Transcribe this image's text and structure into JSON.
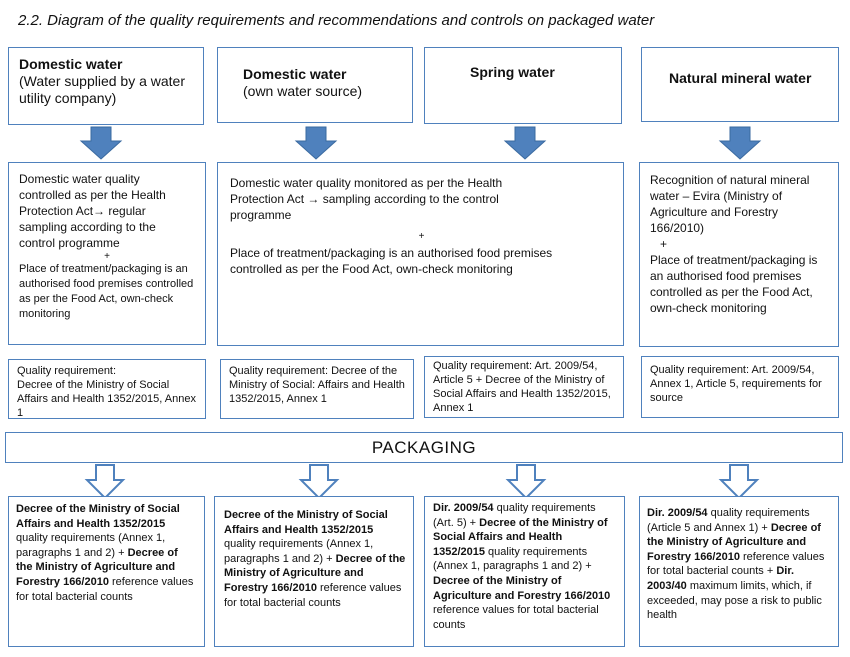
{
  "title": "2.2. Diagram of the quality requirements and recommendations and controls on packaged water",
  "columns": [
    {
      "header_bold": "Domestic water",
      "header_sub": "(Water supplied by a water utility company)",
      "control": [
        "Domestic water quality controlled as per the Health Protection Act→ regular sampling according to the control programme",
        "+",
        "Place of treatment/packaging is an authorised food premises controlled as per the Food Act, own-check monitoring"
      ],
      "requirement": "Quality requirement:\n Decree of the Ministry of Social Affairs and Health 1352/2015, Annex 1",
      "outcome": [
        {
          "t": "Decree of the Ministry of Social Affairs and Health 1352/2015",
          "b": true
        },
        {
          "t": " quality requirements (Annex 1, paragraphs 1 and 2) + ",
          "b": false
        },
        {
          "t": "Decree of the Ministry of Agriculture and Forestry 166/2010",
          "b": true
        },
        {
          "t": " reference values for total bacterial counts",
          "b": false
        }
      ]
    },
    {
      "header_bold": "Domestic water",
      "header_sub": "(own water source)",
      "control": [
        "Domestic water quality monitored as per the Health Protection Act → sampling according to the control programme",
        "+",
        "Place of treatment/packaging is an authorised food premises controlled as per the Food Act, own-check monitoring"
      ],
      "requirement": "Quality requirement: Decree of the Ministry of Social: Affairs and Health 1352/2015, Annex 1",
      "outcome": [
        {
          "t": "Decree of the Ministry of Social Affairs and Health 1352/2015",
          "b": true
        },
        {
          "t": " quality requirements (Annex 1, paragraphs 1 and 2) + ",
          "b": false
        },
        {
          "t": "Decree of the Ministry of Agriculture and Forestry 166/2010",
          "b": true
        },
        {
          "t": " reference values for total bacterial counts",
          "b": false
        }
      ]
    },
    {
      "header_bold": "Spring water",
      "header_sub": "",
      "requirement": "Quality requirement: Art. 2009/54, Article 5 + Decree of the Ministry of Social Affairs and Health 1352/2015, Annex 1",
      "outcome": [
        {
          "t": "Dir. 2009/54",
          "b": true
        },
        {
          "t": " quality requirements (Art. 5) + ",
          "b": false
        },
        {
          "t": "Decree of the Ministry of Social Affairs and Health 1352/2015",
          "b": true
        },
        {
          "t": " quality requirements (Annex 1, paragraphs 1 and 2) + ",
          "b": false
        },
        {
          "t": "Decree of the Ministry of Agriculture and Forestry 166/2010",
          "b": true
        },
        {
          "t": " reference values for total bacterial counts",
          "b": false
        }
      ]
    },
    {
      "header_bold": "Natural mineral water",
      "header_sub": "",
      "control": [
        "Recognition of natural mineral water – Evira (Ministry of Agriculture and Forestry 166/2010)",
        "+",
        "Place of treatment/packaging is an authorised food premises controlled as per the Food Act, own-check monitoring"
      ],
      "requirement": "Quality requirement: Art. 2009/54, Annex 1, Article 5, requirements for source",
      "outcome": [
        {
          "t": "Dir. 2009/54",
          "b": true
        },
        {
          "t": " quality requirements (Article 5 and Annex 1) + ",
          "b": false
        },
        {
          "t": "Decree of the Ministry of Agriculture and Forestry 166/2010",
          "b": true
        },
        {
          "t": " reference values for total bacterial counts + ",
          "b": false
        },
        {
          "t": "Dir. 2003/40",
          "b": true
        },
        {
          "t": " maximum limits, which, if exceeded, may pose a risk to public health",
          "b": false
        }
      ]
    }
  ],
  "packaging_label": "PACKAGING",
  "colors": {
    "border": "#4f81bd",
    "arrow_fill": "#4f81bd",
    "arrow_outline": "#4f81bd"
  }
}
